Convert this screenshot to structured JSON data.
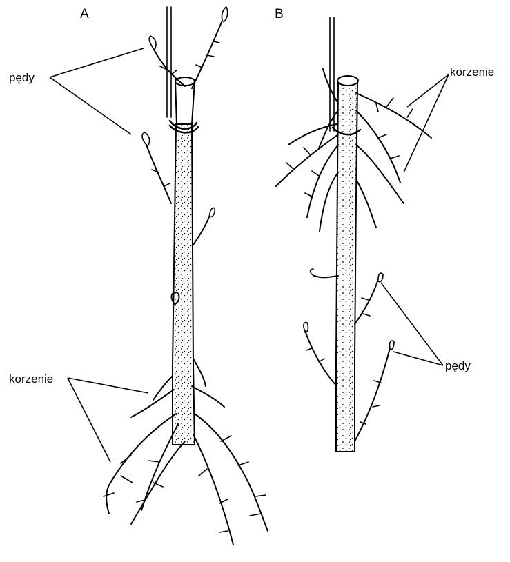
{
  "panels": [
    {
      "id": "A",
      "title": "A",
      "labels": {
        "shoots": "pędy",
        "roots": "korzenie"
      }
    },
    {
      "id": "B",
      "title": "B",
      "labels": {
        "roots": "korzenie",
        "shoots": "pędy"
      }
    }
  ],
  "colors": {
    "ink": "#000000",
    "background": "#ffffff"
  }
}
